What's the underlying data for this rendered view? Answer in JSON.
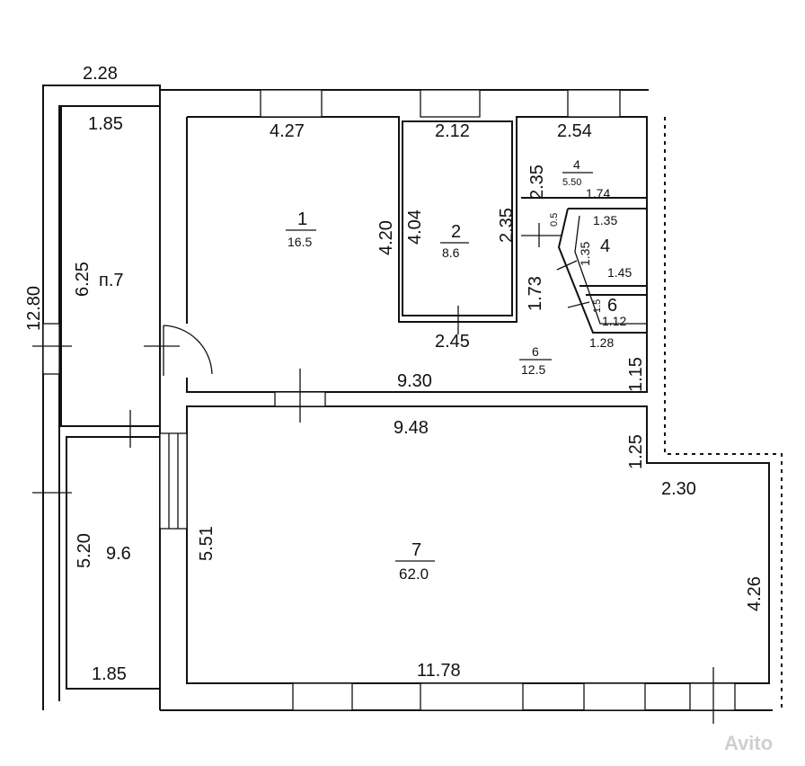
{
  "rooms": {
    "r1": {
      "number": "1",
      "area": "16.5"
    },
    "r2": {
      "number": "2",
      "area": "8.6"
    },
    "r4a": {
      "number": "4",
      "area": "5.50"
    },
    "r4b": {
      "number": "4"
    },
    "r6a": {
      "number": "6",
      "area": "12.5"
    },
    "r6b": {
      "number": "6"
    },
    "r7": {
      "number": "7",
      "area": "62.0"
    },
    "p7": {
      "label": "п.7"
    },
    "left_bottom": {
      "area": "9.6"
    }
  },
  "dimensions": {
    "d228": "2.28",
    "d185_top": "1.85",
    "d427": "4.27",
    "d212": "2.12",
    "d254": "2.54",
    "d235_a": "2.35",
    "d235_b": "2.35",
    "d174": "1.74",
    "d05": "0.5",
    "d135_a": "1.35",
    "d135_b": "1.35",
    "d145": "1.45",
    "d15": "1.5",
    "d112": "1.12",
    "d128": "1.28",
    "d115": "1.15",
    "d420": "4.20",
    "d404": "4.04",
    "d173": "1.73",
    "d245": "2.45",
    "d930": "9.30",
    "d1280": "12.80",
    "d625": "6.25",
    "d948": "9.48",
    "d125": "1.25",
    "d230": "2.30",
    "d551": "5.51",
    "d520": "5.20",
    "d426": "4.26",
    "d185_bottom": "1.85",
    "d1178": "11.78"
  },
  "watermark": "Avito"
}
